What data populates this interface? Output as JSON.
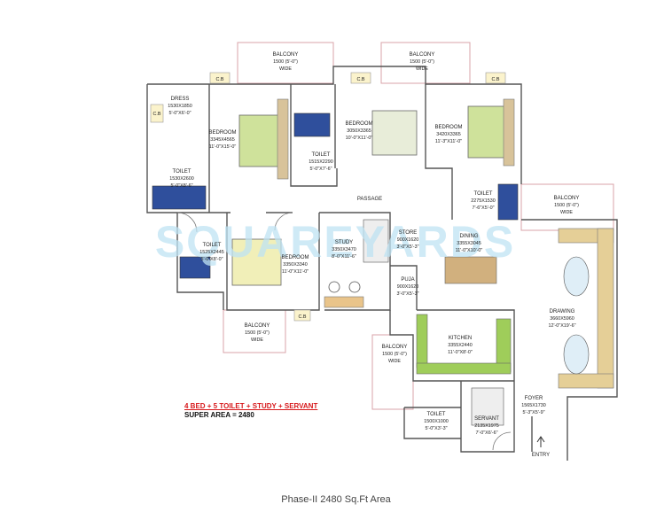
{
  "watermark": "SQUAREYARDS",
  "caption": "Phase-II 2480 Sq.Ft Area",
  "config": "4 BED + 5 TOILET + STUDY + SERVANT",
  "super_area": "SUPER AREA = 2480",
  "entry": "ENTRY",
  "cb": "C.B",
  "rooms": {
    "balcony1": {
      "name": "BALCONY",
      "l2": "1500 (5'-0\")",
      "l3": "WIDE"
    },
    "balcony2": {
      "name": "BALCONY",
      "l2": "1500 (5'-0\")",
      "l3": "WIDE"
    },
    "balcony3": {
      "name": "BALCONY",
      "l2": "1500 (5'-0\")",
      "l3": "WIDE"
    },
    "balcony4": {
      "name": "BALCONY",
      "l2": "1500 (5'-0\")",
      "l3": "WIDE"
    },
    "balcony5": {
      "name": "BALCONY",
      "l2": "1500 (5'-0\")",
      "l3": "WIDE"
    },
    "dress": {
      "name": "DRESS",
      "l2": "1530X1850",
      "l3": "5'-0\"X6'-0\""
    },
    "bedroom1": {
      "name": "BEDROOM",
      "l2": "3345X4565",
      "l3": "11'-0\"X15'-0\""
    },
    "bedroom2": {
      "name": "BEDROOM",
      "l2": "3050X3365",
      "l3": "10'-0\"X11'-0\""
    },
    "bedroom3": {
      "name": "BEDROOM",
      "l2": "3420X3365",
      "l3": "11'-3\"X11'-0\""
    },
    "bedroom4": {
      "name": "BEDROOM",
      "l2": "3350X3340",
      "l3": "11'-0\"X11'-0\""
    },
    "toilet1": {
      "name": "TOILET",
      "l2": "1530X2600",
      "l3": "5'-0\"X8'-6\""
    },
    "toilet2": {
      "name": "TOILET",
      "l2": "1515X2290",
      "l3": "5'-0\"X7'-6\""
    },
    "toilet3": {
      "name": "TOILET",
      "l2": "2275X1530",
      "l3": "7'-6\"X5'-0\""
    },
    "toilet4": {
      "name": "TOILET",
      "l2": "1525X2445",
      "l3": "5'-0\"X8'-0\""
    },
    "toilet5": {
      "name": "TOILET",
      "l2": "1500X1000",
      "l3": "5'-0\"X3'-3\""
    },
    "passage": {
      "name": "PASSAGE"
    },
    "study": {
      "name": "STUDY",
      "l2": "3350X3470",
      "l3": "8'-0\"X11'-6\""
    },
    "store": {
      "name": "STORE",
      "l2": "900X1620",
      "l3": "3'-0\"X5'-3\""
    },
    "puja": {
      "name": "PUJA",
      "l2": "900X1620",
      "l3": "3'-0\"X5'-3\""
    },
    "dining": {
      "name": "DINING",
      "l2": "3355X3045",
      "l3": "11'-0\"X10'-0\""
    },
    "drawing": {
      "name": "DRAWING",
      "l2": "3660X5960",
      "l3": "12'-0\"X19'-6\""
    },
    "kitchen": {
      "name": "KITCHEN",
      "l2": "3355X2440",
      "l3": "11'-0\"X8'-0\""
    },
    "foyer": {
      "name": "FOYER",
      "l2": "1565X1730",
      "l3": "5'-3\"X5'-9\""
    },
    "servant": {
      "name": "SERVANT",
      "l2": "2135X1975",
      "l3": "7'-0\"X6'-6\""
    }
  }
}
